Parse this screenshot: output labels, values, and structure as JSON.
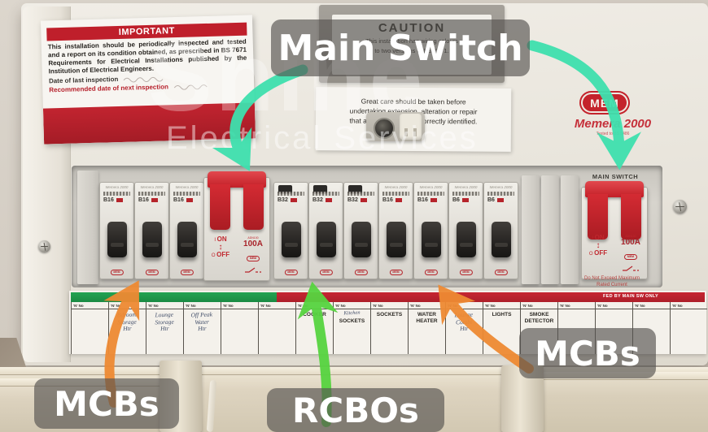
{
  "annotations": {
    "main_switch_label": "Main Switch",
    "mcbs_left_label": "MCBs",
    "rcbos_label": "RCBOs",
    "mcbs_right_label": "MCBs"
  },
  "watermark": {
    "line1": "Shine",
    "line2": "Electrical Services"
  },
  "important_sticker": {
    "title": "IMPORTANT",
    "body": "This installation should be periodically inspected and tested and a report on its condition obtained, as prescribed in BS 7671 Requirements for Electrical Installations published by the Institution of Electrical Engineers.",
    "last_label": "Date of last inspection",
    "next_label": "Recommended date of next inspection"
  },
  "caution": {
    "title": "CAUTION",
    "line1": "This installation has wiring colours",
    "line2": "to two versions of BS 7671.",
    "body1": "Great care should be taken before",
    "body2": "undertaking extension, alteration or repair",
    "body3": "that all conductors are correctly identified."
  },
  "brand": {
    "logo": "MEM",
    "model": "Memera 2000",
    "subtext": "Tested to BS 5486"
  },
  "module_brand": "Memera 2000",
  "din_modules": [
    {
      "rating": "B16"
    },
    {
      "rating": "B16"
    },
    {
      "rating": "B16"
    },
    {
      "rating": "B32"
    },
    {
      "rating": "B32"
    },
    {
      "rating": "B32"
    },
    {
      "rating": "B16"
    },
    {
      "rating": "B16"
    },
    {
      "rating": "B6"
    },
    {
      "rating": "B6"
    }
  ],
  "main_switch": {
    "header": "MAIN SWITCH",
    "i": "I",
    "on": "ON",
    "o": "O",
    "off": "OFF",
    "updown": "↕",
    "model": "ADN100",
    "rating": "100A",
    "logo": "MEM",
    "warning_line1": "Do Not Exceed Maximum",
    "warning_line2": "Rated Current",
    "fed_by": "FED BY MAIN SW ONLY"
  },
  "circuit_strip": {
    "header": "'N' No",
    "kitchen_note": "Kitchen",
    "cells": [
      "",
      "Bdroom\nStorage\nHtr",
      "Lounge\nStorage\nHtr",
      "Off Peak\nWater\nHtr",
      "",
      "",
      "COOKER",
      "SOCKETS",
      "SOCKETS",
      "WATER\nHEATER",
      "Lounge\nCombi\nHtr",
      "LIGHTS",
      "SMOKE\nDETECTOR",
      "",
      "",
      "",
      ""
    ]
  },
  "colors": {
    "teal_arrow": "#3fe0ae",
    "orange_arrow": "#ee8a33",
    "green_arrow": "#57d440",
    "brand_red": "#c4232c",
    "band_green": "#1f9d4b",
    "band_red": "#c62632"
  }
}
